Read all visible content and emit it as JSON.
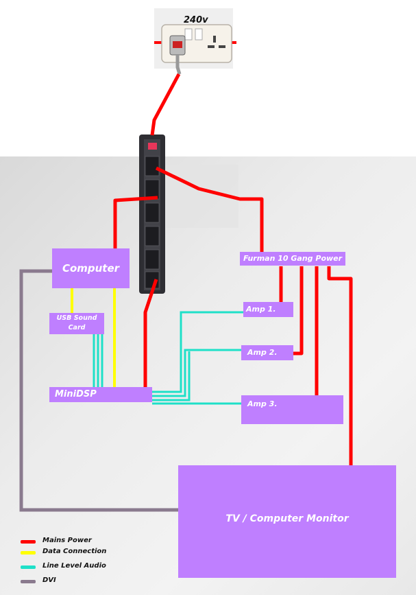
{
  "outlet": {
    "label": "240v"
  },
  "boxes": {
    "computer": "Computer",
    "usb_sound_card": "USB Sound Card",
    "minidsp": "MiniDSP",
    "furman": "Furman 10 Gang Power",
    "amp1": "Amp 1.",
    "amp2": "Amp 2.",
    "amp3": "Amp 3.",
    "tv": "TV / Computer Monitor"
  },
  "legend": [
    {
      "label": "Mains Power",
      "color": "#ff0000"
    },
    {
      "label": "Data Connection",
      "color": "#ffff00"
    },
    {
      "label": "Line Level Audio",
      "color": "#1ee0c8"
    },
    {
      "label": "DVI",
      "color": "#8a7a8e"
    }
  ]
}
